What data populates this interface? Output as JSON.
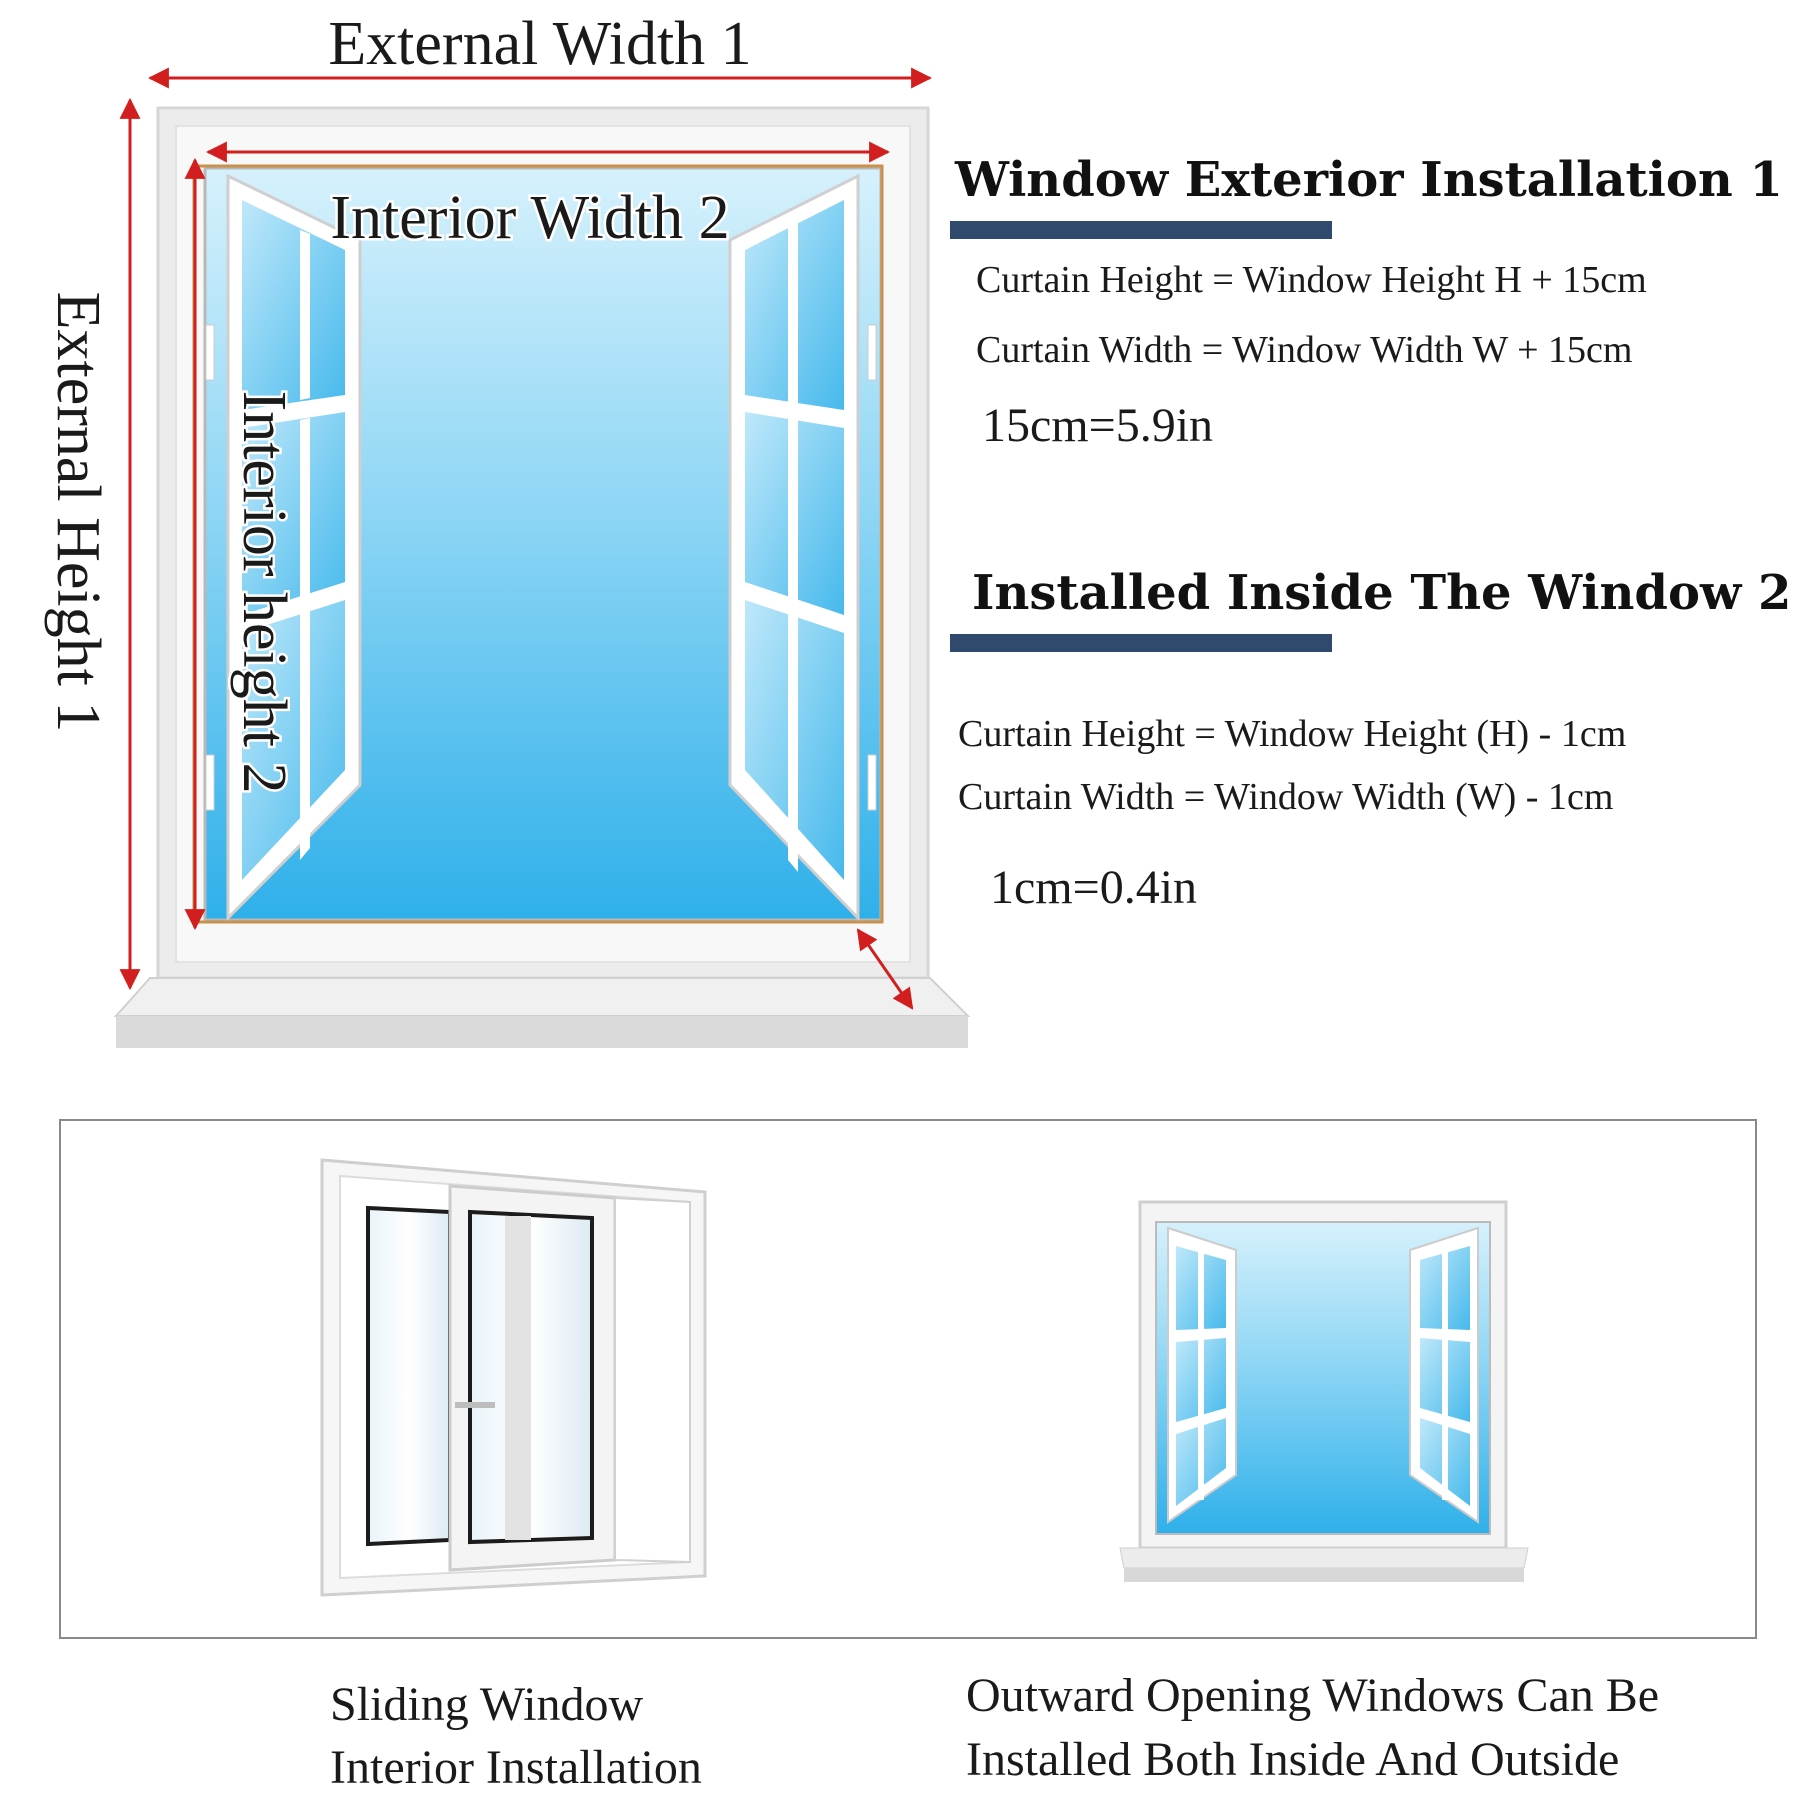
{
  "main_diagram": {
    "external_width_label": "External Width 1",
    "external_height_label": "External Height 1",
    "interior_width_label": "Interior Width 2",
    "interior_height_label": "Interior height 2"
  },
  "exterior_installation": {
    "heading": "Window Exterior Installation 1",
    "curtain_height_formula": "Curtain Height = Window Height H + 15cm",
    "curtain_width_formula": "Curtain Width = Window Width W + 15cm",
    "conversion": "15cm=5.9in"
  },
  "inside_installation": {
    "heading": "Installed Inside The Window 2",
    "curtain_height_formula": "Curtain Height = Window Height (H) - 1cm",
    "curtain_width_formula": "Curtain Width = Window Width (W) - 1cm",
    "conversion": "1cm=0.4in"
  },
  "window_types": [
    {
      "caption_line1": "Sliding Window",
      "caption_line2": "Interior Installation"
    },
    {
      "caption_line1": "Outward Opening Windows Can Be",
      "caption_line2": "Installed Both Inside And Outside"
    }
  ],
  "colors": {
    "dimension_arrow": "#d11f1f",
    "heading_bar": "#2f4a6d",
    "glass_light": "#c9ecfb",
    "glass_dark": "#3bb4ea",
    "frame": "#f4f4f4",
    "frame_shadow": "#cfcfcf"
  }
}
